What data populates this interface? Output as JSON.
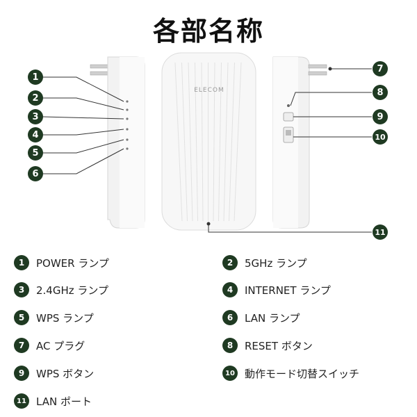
{
  "title": "各部名称",
  "device_logo": "ELECOM",
  "callouts": [
    "1",
    "2",
    "3",
    "4",
    "5",
    "6",
    "7",
    "8",
    "9",
    "10",
    "11"
  ],
  "legend": [
    {
      "num": "1",
      "label": "POWER ランプ"
    },
    {
      "num": "2",
      "label": "5GHz ランプ"
    },
    {
      "num": "3",
      "label": "2.4GHz ランプ"
    },
    {
      "num": "4",
      "label": "INTERNET ランプ"
    },
    {
      "num": "5",
      "label": "WPS ランプ"
    },
    {
      "num": "6",
      "label": "LAN ランプ"
    },
    {
      "num": "7",
      "label": "AC プラグ"
    },
    {
      "num": "8",
      "label": "RESET ボタン"
    },
    {
      "num": "9",
      "label": "WPS ボタン"
    },
    {
      "num": "10",
      "label": "動作モード切替スイッチ"
    },
    {
      "num": "11",
      "label": "LAN ポート"
    }
  ],
  "colors": {
    "badge": "#1f3a22",
    "device": "#f3f3f3",
    "line": "#333333"
  }
}
